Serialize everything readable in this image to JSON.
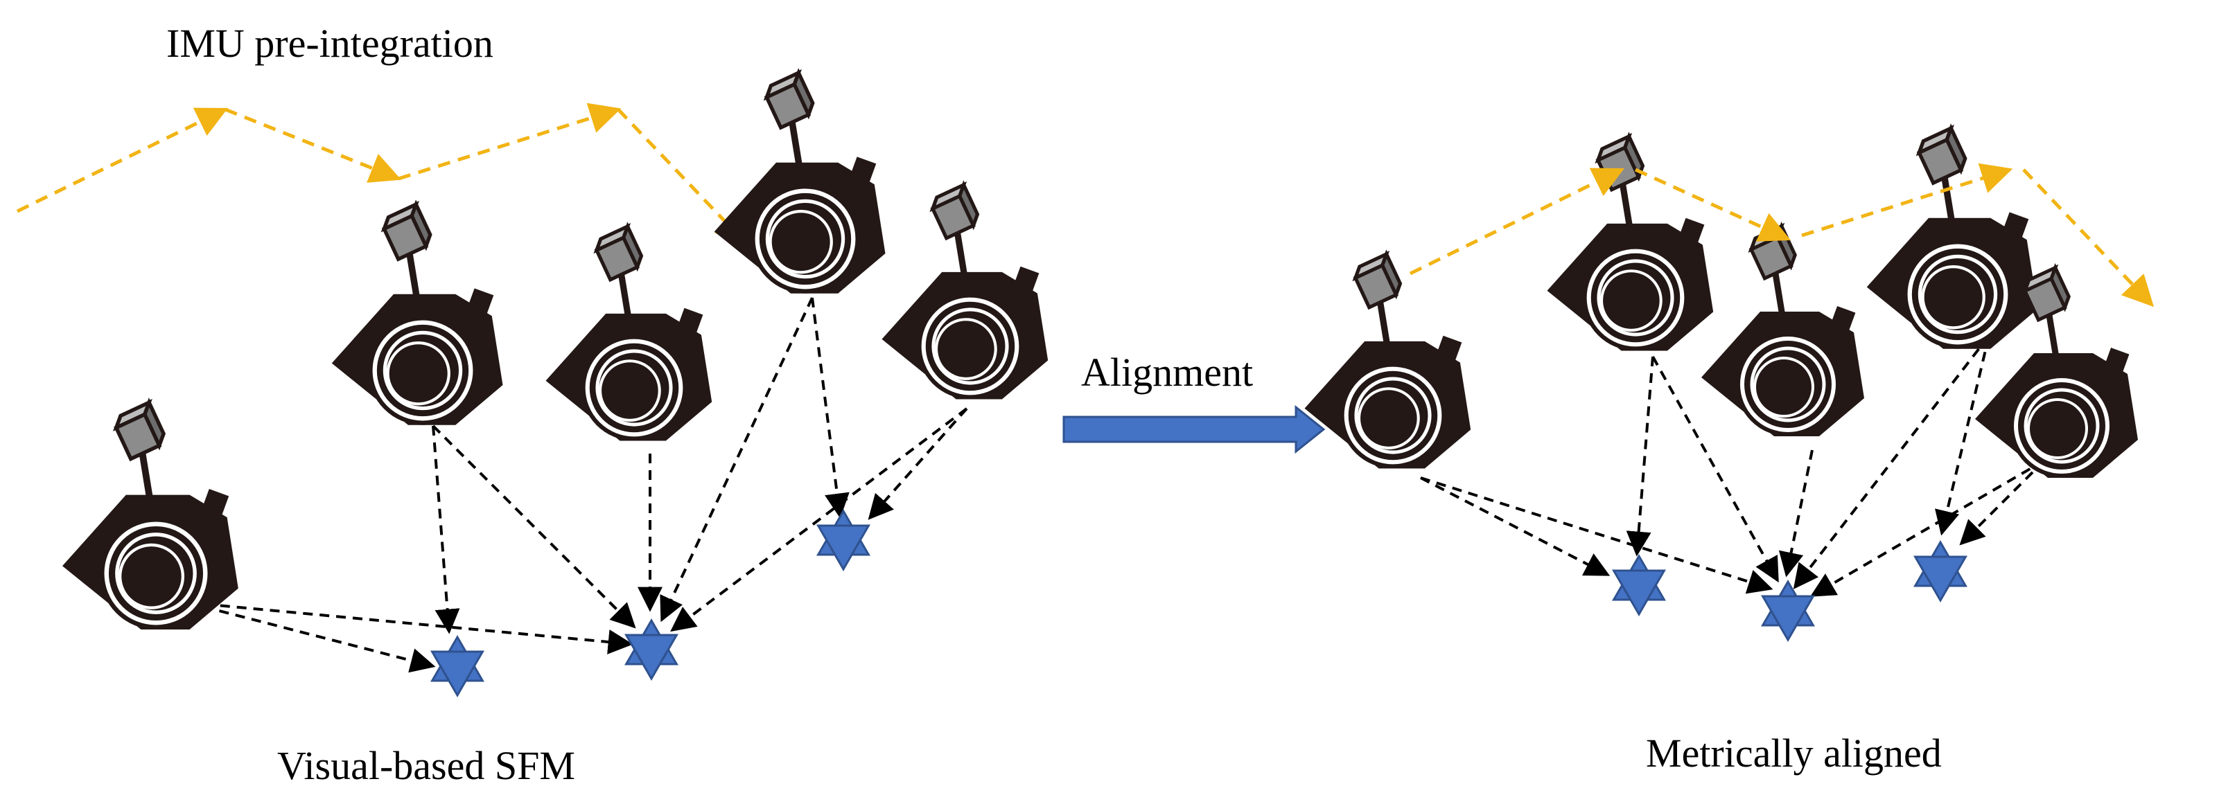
{
  "labels": {
    "imu": "IMU pre-integration",
    "alignment": "Alignment",
    "left_caption": "Visual-based SFM",
    "right_caption": "Metrically aligned"
  },
  "colors": {
    "imu_path": "#F2B414",
    "camera_body": "#231816",
    "imu_box": "#8C8C8C",
    "landmark": "#4472C4",
    "landmark_edge": "#2F528F",
    "arrow": "#4472C4",
    "dashed": "#000000"
  },
  "icons": [
    "camera-icon",
    "imu-sensor-icon",
    "landmark-star-icon",
    "alignment-arrow"
  ],
  "left_panel": {
    "camera_count": 5,
    "landmark_count": 3
  },
  "right_panel": {
    "camera_count": 5,
    "landmark_count": 3
  }
}
